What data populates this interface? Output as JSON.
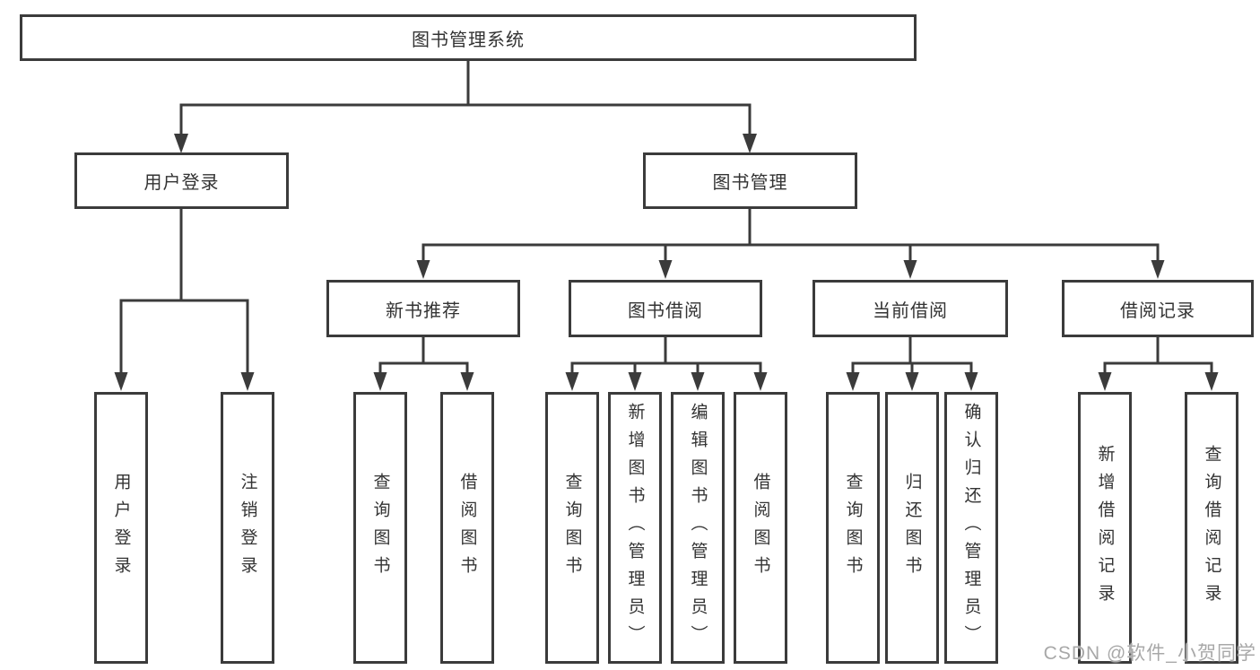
{
  "watermark": "CSDN @软件_小贺同学",
  "colors": {
    "line": "#3b3b3b",
    "box_border": "#3b3b3b",
    "text": "#333333",
    "background": "#ffffff",
    "watermark": "#9e9e9e"
  },
  "tree": {
    "root": {
      "label": "图书管理系统"
    },
    "branches": [
      {
        "label": "用户登录",
        "leaves": [
          {
            "label": "用户登录"
          },
          {
            "label": "注销登录"
          }
        ]
      },
      {
        "label": "图书管理",
        "children": [
          {
            "label": "新书推荐",
            "leaves": [
              {
                "label": "查询图书"
              },
              {
                "label": "借阅图书"
              }
            ]
          },
          {
            "label": "图书借阅",
            "leaves": [
              {
                "label": "查询图书"
              },
              {
                "label": "新增图书（管理员）"
              },
              {
                "label": "编辑图书（管理员）"
              },
              {
                "label": "借阅图书"
              }
            ]
          },
          {
            "label": "当前借阅",
            "leaves": [
              {
                "label": "查询图书"
              },
              {
                "label": "归还图书"
              },
              {
                "label": "确认归还（管理员）"
              }
            ]
          },
          {
            "label": "借阅记录",
            "leaves": [
              {
                "label": "新增借阅记录"
              },
              {
                "label": "查询借阅记录"
              }
            ]
          }
        ]
      }
    ]
  }
}
